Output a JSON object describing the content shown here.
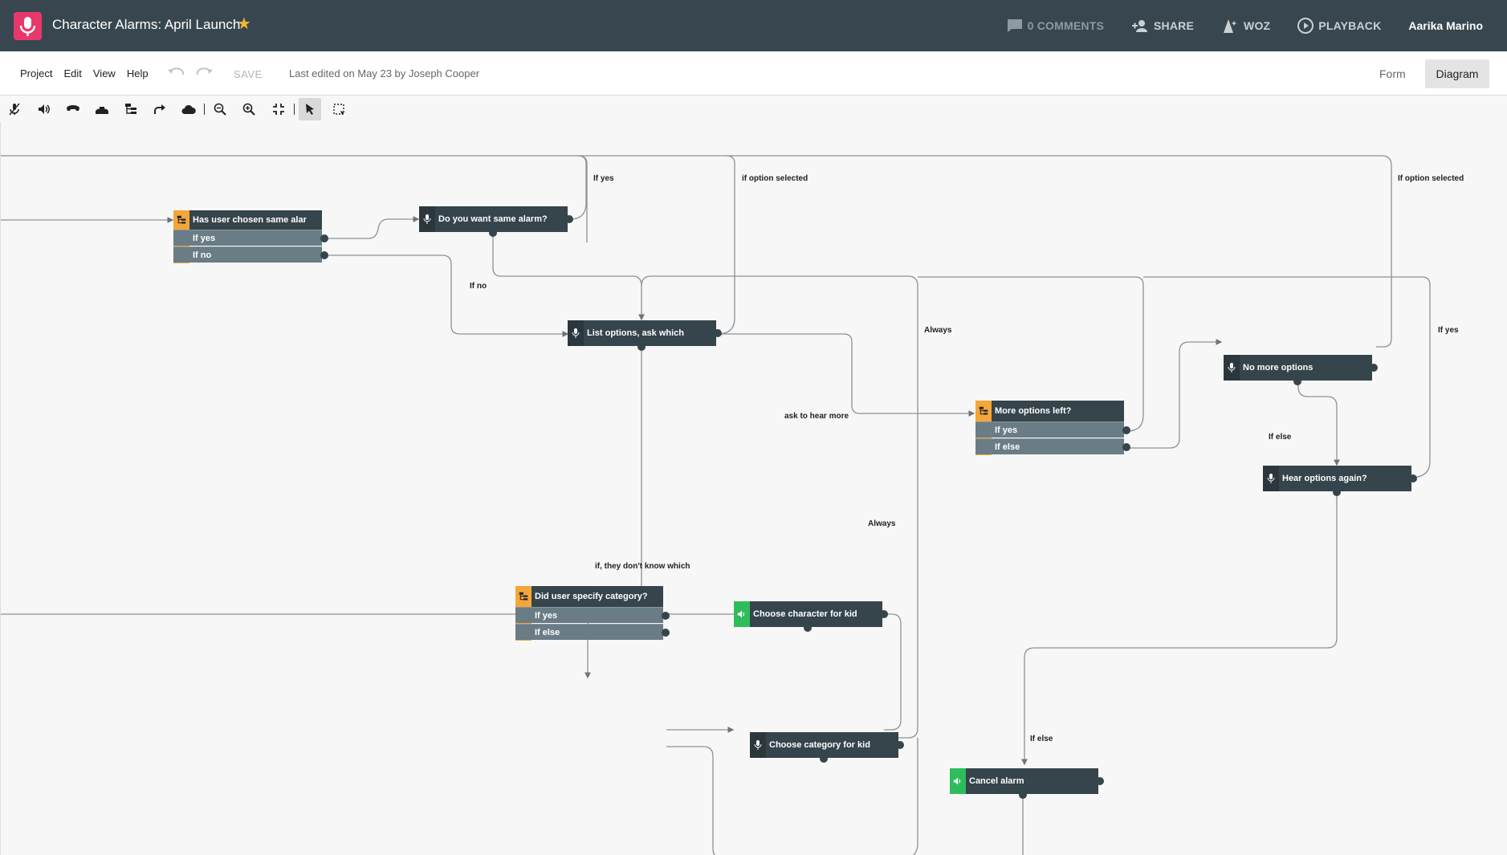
{
  "app": {
    "title": "Character Alarms: April Launch",
    "comments": "0 COMMENTS",
    "share": "SHARE",
    "woz": "WOZ",
    "playback": "PLAYBACK",
    "user": "Aarika Marino",
    "accent_color": "#e8386b",
    "star_color": "#f5b82e"
  },
  "menubar": {
    "items": [
      "Project",
      "Edit",
      "View",
      "Help"
    ],
    "save": "SAVE",
    "last_edited": "Last edited on May 23 by Joseph Cooper",
    "view_form": "Form",
    "view_diagram": "Diagram"
  },
  "toolbar": {
    "tools": [
      "mic-off-icon",
      "speaker-icon",
      "phone-hangup-icon",
      "phone-icon",
      "tree-icon",
      "redirect-arrow-icon",
      "cloud-icon",
      "zoom-out-icon",
      "zoom-in-icon",
      "fit-screen-icon",
      "pointer-icon",
      "marquee-select-icon"
    ]
  },
  "nodes": {
    "has_user_chosen": {
      "title": "Has user chosen same alar",
      "branch_yes": "If yes",
      "branch_no": "If no"
    },
    "want_same_alarm": {
      "title": "Do you want same alarm?"
    },
    "list_options": {
      "title": "List options, ask which"
    },
    "more_options_left": {
      "title": "More options left?",
      "branch_yes": "If yes",
      "branch_else": "If else"
    },
    "no_more_options": {
      "title": "No more options"
    },
    "hear_options_again": {
      "title": "Hear options again?"
    },
    "did_user_specify": {
      "title": "Did user specify category?",
      "branch_yes": "If yes",
      "branch_else": "If else"
    },
    "choose_character": {
      "title": "Choose character for kid"
    },
    "choose_category": {
      "title": "Choose category for kid"
    },
    "cancel_alarm": {
      "title": "Cancel alarm"
    }
  },
  "edge_labels": {
    "if_yes_1": "If yes",
    "if_option_selected_1": "if option selected",
    "if_option_selected_2": "If option selected",
    "if_no": "If no",
    "always_1": "Always",
    "if_yes_2": "If yes",
    "ask_to_hear_more": "ask to hear more",
    "if_else_1": "If else",
    "always_2": "Always",
    "dont_know_which": "if, they don't know which",
    "if_else_2": "If else"
  }
}
